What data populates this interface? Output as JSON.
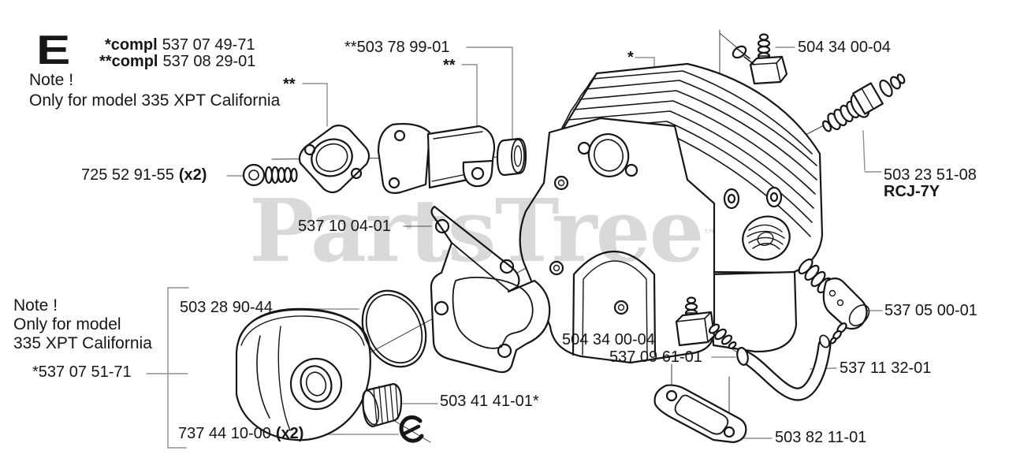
{
  "page": {
    "background": "#ffffff",
    "line_color": "#161616",
    "leader_color": "#8f8f8f"
  },
  "watermark": {
    "text": "PartsTree",
    "tm": "™",
    "color": "#d9d9d9"
  },
  "section": {
    "letter": "E"
  },
  "header": {
    "compl1": {
      "bold": "*compl",
      "number": "537 07 49-71"
    },
    "compl2": {
      "bold": "**compl",
      "number": "537 08 29-01"
    },
    "note": {
      "title": "Note !",
      "text": "Only for model 335 XPT California"
    }
  },
  "side_note": {
    "title": "Note !",
    "line1": "Only for model",
    "line2": "335 XPT California"
  },
  "markers": {
    "single": "*",
    "double": "**"
  },
  "labels": {
    "intake_assembly": "**503 78 99-01",
    "screw": {
      "number": "725 52 91-55",
      "qty": "(x2)"
    },
    "base_gasket": "537 10 04-01",
    "fitting_top": "504 34 00-04",
    "spark_plug": {
      "number": "503 23 51-08",
      "model": "RCJ-7Y"
    },
    "piston_ring": "503 28 90-44",
    "piston": "*537 07 51-71",
    "circlip": {
      "number": "737 44 10-00",
      "qty": "(x2)"
    },
    "bearing": "503 41 41-01*",
    "fitting_bottom": "504 34 00-04",
    "hose_ring": "537 09 61-01",
    "hose": "537 11 32-01",
    "decomp_valve": "537 05 00-01",
    "exhaust_gasket": "503 82 11-01"
  }
}
